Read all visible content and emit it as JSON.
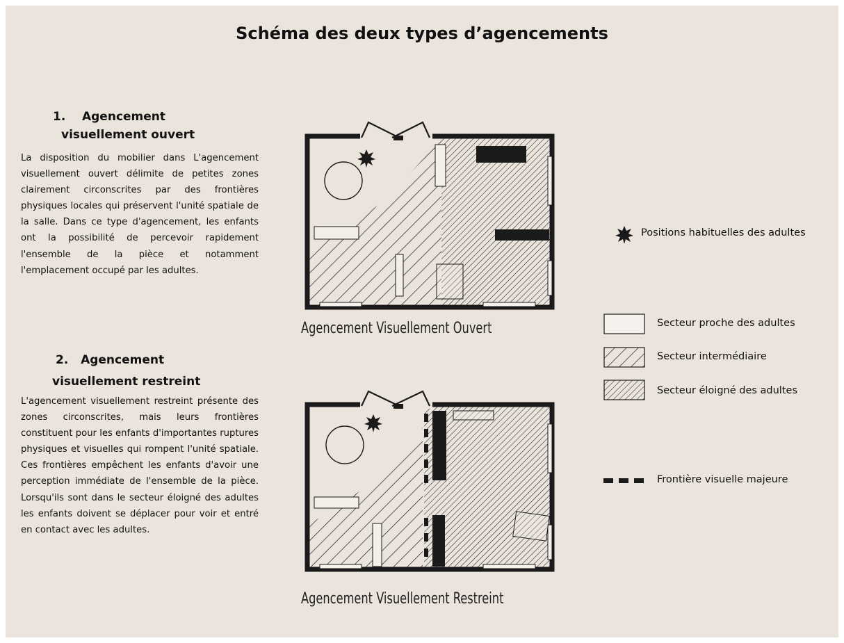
{
  "title": "Schéma des deux types d’agencements",
  "section1": {
    "heading_num": "1.",
    "heading_line1": "Agencement",
    "heading_line2": "visuellement ouvert",
    "body": "La disposition du mobilier dans L'agencement visuellement ouvert délimite de petites zones clairement circonscrites par des frontières physiques locales qui préservent l'unité spatiale de la salle. Dans ce type d'agencement, les enfants ont la possibilité de percevoir rapidement l'ensemble de la pièce et notamment l'emplacement occupé par les adultes."
  },
  "section2": {
    "heading_num": "2.",
    "heading_line1": "Agencement",
    "heading_line2": "visuellement restreint",
    "body": "L'agencement visuellement restreint présente des zones circonscrites, mais leurs frontières constituent pour les enfants d'importantes ruptures physiques et visuelles qui rompent l'unité spatiale. Ces frontières empêchent les enfants d'avoir une perception immédiate de l'ensemble de la pièce. Lorsqu'ils sont dans le secteur éloigné des adultes les enfants doivent se déplacer pour voir et entré en contact avec les adultes."
  },
  "diagram1": {
    "caption": "Agencement Visuellement Ouvert"
  },
  "diagram2": {
    "caption": "Agencement Visuellement Restreint"
  },
  "legend": {
    "adults": "Positions habituelles des adultes",
    "near": "Secteur proche des adultes",
    "intermediate": "Secteur intermédiaire",
    "far": "Secteur éloigné des adultes",
    "border": "Frontière visuelle majeure"
  },
  "colors": {
    "background": "#ebe4dc",
    "ink": "#1a1a1a"
  }
}
